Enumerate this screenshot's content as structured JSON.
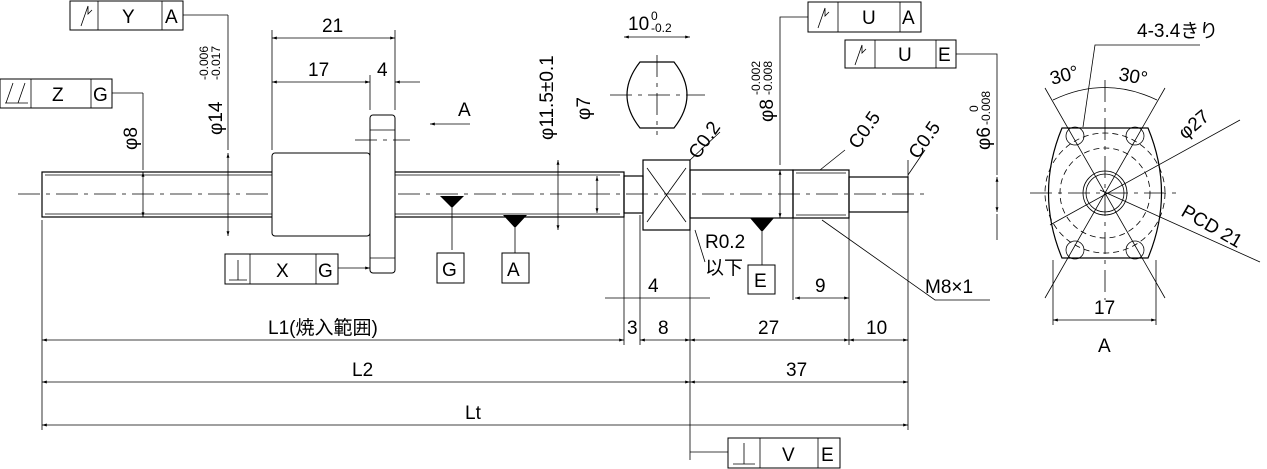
{
  "frames": {
    "y_a": {
      "symbol": "circular-runout",
      "tol": "Y",
      "datum": "A"
    },
    "z_g": {
      "symbol": "total-runout",
      "tol": "Z",
      "datum": "G"
    },
    "x_g": {
      "symbol": "perpendicularity",
      "tol": "X",
      "datum": "G"
    },
    "u_a": {
      "symbol": "circular-runout",
      "tol": "U",
      "datum": "A"
    },
    "u_e": {
      "symbol": "circular-runout",
      "tol": "U",
      "datum": "E"
    },
    "v_e": {
      "symbol": "perpendicularity",
      "tol": "V",
      "datum": "E"
    }
  },
  "datums": {
    "g": "G",
    "a": "A",
    "e": "E"
  },
  "dims": {
    "d21": "21",
    "d17": "17",
    "d4a": "4",
    "view_a": "A",
    "phi8": "φ8",
    "phi14": "φ14",
    "phi14_up": "-0.006",
    "phi14_lo": "-0.017",
    "phi11": "φ11.5±0.1",
    "phi7": "φ7",
    "w10": "10",
    "w10_up": "0",
    "w10_lo": "-0.2",
    "phi8b": "φ8",
    "phi8b_up": "-0.002",
    "phi8b_lo": "-0.008",
    "phi6": "φ6",
    "phi6_up": "0",
    "phi6_lo": "-0.008",
    "c02": "C0.2",
    "c05a": "C0.5",
    "c05b": "C0.5",
    "r02": "R0.2",
    "r02_note": "以下",
    "m8": "M8×1",
    "d4b": "4",
    "d9": "9",
    "d3": "3",
    "d8": "8",
    "d27": "27",
    "d10": "10",
    "l1": "L1(焼入範囲)",
    "l2": "L2",
    "d37": "37",
    "lt": "Lt",
    "holes": "4-3.4きり",
    "ang1": "30°",
    "ang2": "30°",
    "phi27": "φ27",
    "pcd": "PCD 21",
    "w17": "17",
    "view_label": "A"
  }
}
